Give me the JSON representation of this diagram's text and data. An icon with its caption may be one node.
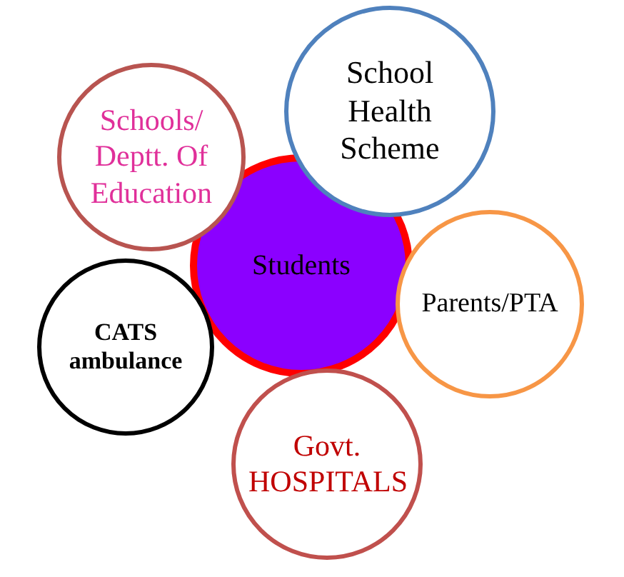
{
  "diagram": {
    "nodes": [
      {
        "text": [
          "Schools/ Deptt. Of Education"
        ]
      },
      {
        "text": [
          "School Health Scheme"
        ]
      },
      {
        "text": [
          "Students"
        ]
      },
      {
        "text": [
          "CATS ambulance"
        ]
      },
      {
        "text": [
          "Parents/PTA"
        ]
      },
      {
        "text": [
          "Govt. HOSPITALS"
        ]
      }
    ]
  }
}
